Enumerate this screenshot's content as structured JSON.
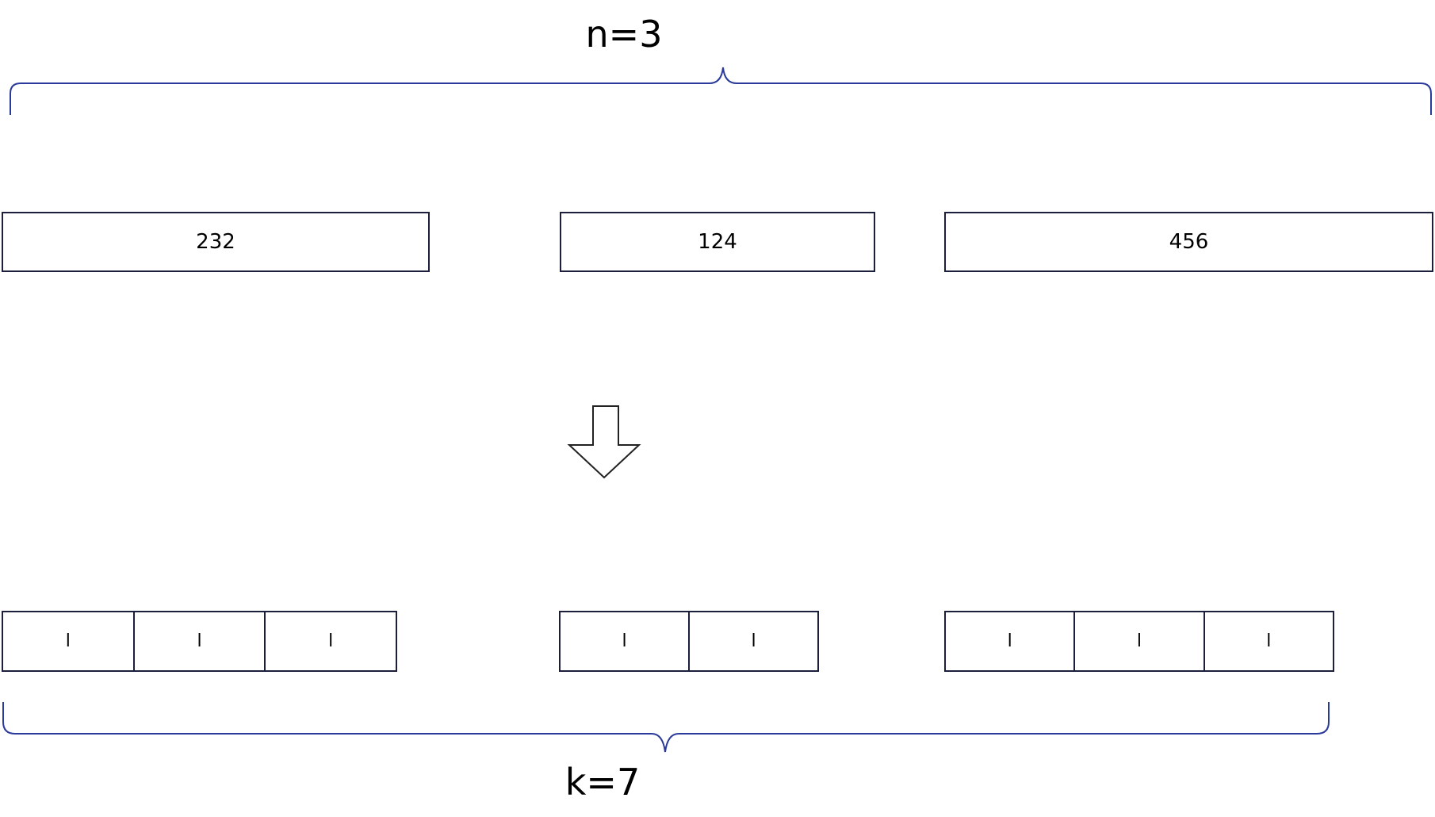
{
  "diagram": {
    "top_label": "n=3",
    "bottom_label": "k=7",
    "numbers": [
      "232",
      "124",
      "456"
    ],
    "groups": [
      {
        "cells": [
          "l",
          "l",
          "l"
        ]
      },
      {
        "cells": [
          "l",
          "l"
        ]
      },
      {
        "cells": [
          "l",
          "l",
          "l"
        ]
      }
    ],
    "colors": {
      "brace": "#2a3a9a",
      "box_border": "#1b1f3b",
      "text": "#000000"
    }
  }
}
